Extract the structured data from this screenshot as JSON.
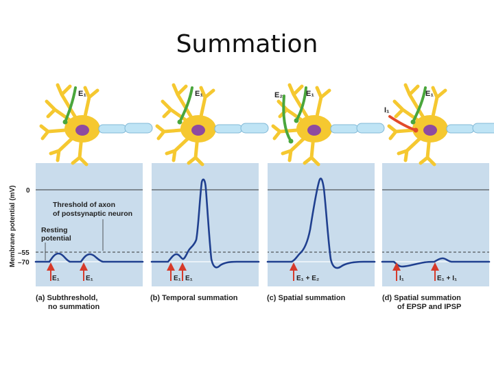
{
  "title": "Summation",
  "y_axis_label": "Membrane potential (mV)",
  "y_ticks": {
    "zero": "0",
    "threshold": "–55",
    "resting": "–70"
  },
  "annotations": {
    "threshold_line1": "Threshold of axon",
    "threshold_line2": "of postsynaptic neuron",
    "resting_line1": "Resting",
    "resting_line2": "potential"
  },
  "panels": [
    {
      "caption_line1": "(a) Subthreshold,",
      "caption_line2": "no summation",
      "neuron_labels": [
        "E₁"
      ],
      "stimulus_labels": [
        "E₁",
        "E₁"
      ]
    },
    {
      "caption_line1": "(b) Temporal summation",
      "caption_line2": "",
      "neuron_labels": [
        "E₁"
      ],
      "stimulus_labels": [
        "E₁",
        "E₁"
      ]
    },
    {
      "caption_line1": "(c) Spatial summation",
      "caption_line2": "",
      "neuron_labels": [
        "E₂",
        "E₁"
      ],
      "stimulus_labels": [
        "E₁ + E₂"
      ]
    },
    {
      "caption_line1": "(d) Spatial summation",
      "caption_line2": "of EPSP and IPSP",
      "neuron_labels": [
        "I₁",
        "E₁"
      ],
      "stimulus_labels": [
        "I₁",
        "E₁ + I₁"
      ]
    }
  ],
  "colors": {
    "panel_bg": "#c9dcec",
    "trace": "#1f3f8f",
    "neuron": "#f5c830",
    "axon": "#bfe4f5",
    "nucleus": "#8e4aa0",
    "excitatory": "#4aa63c",
    "inhibitory": "#e24a2a",
    "stimulus_arrow": "#d63a2a"
  }
}
